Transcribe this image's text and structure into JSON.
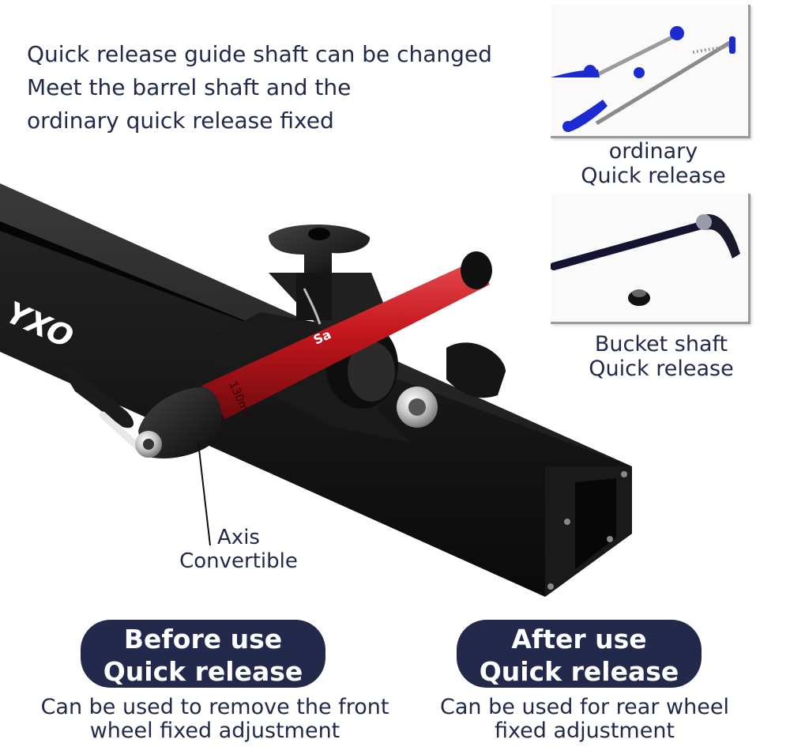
{
  "headline": {
    "line1": "Quick release guide shaft can be changed",
    "line2": "Meet the barrel shaft and the",
    "line3": "ordinary quick release fixed"
  },
  "product": {
    "brand_mark": "YXO",
    "skewer_label": "Sa",
    "size_label": "130mm"
  },
  "insets": {
    "ordinary": {
      "caption_line1": "ordinary",
      "caption_line2": "Quick release"
    },
    "bucket": {
      "caption_line1": "Bucket shaft",
      "caption_line2": "Quick release"
    }
  },
  "callout": {
    "line1": "Axis",
    "line2": "Convertible"
  },
  "before": {
    "pill_line1": "Before use",
    "pill_line2": "Quick release",
    "desc_line1": "Can be used to remove the front",
    "desc_line2": "wheel fixed adjustment"
  },
  "after": {
    "pill_line1": "After use",
    "pill_line2": "Quick release",
    "desc_line1": "Can be used for rear wheel",
    "desc_line2": "fixed adjustment"
  },
  "colors": {
    "navy": "#23294a",
    "anodized_red": "#c4161c",
    "anodized_blue": "#1c2bd1",
    "rail_black": "#141414"
  }
}
